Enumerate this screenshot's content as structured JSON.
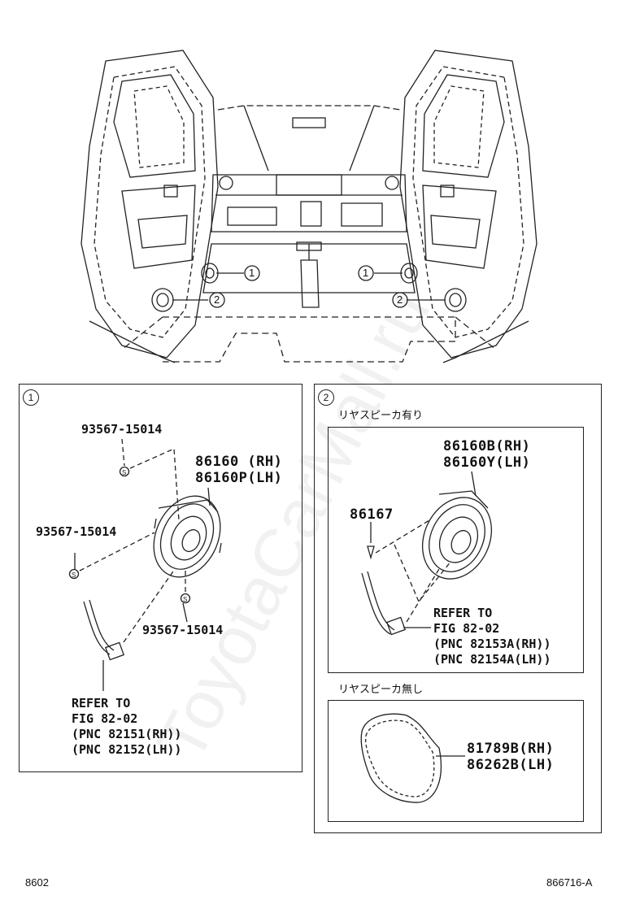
{
  "callouts": {
    "c1": "1",
    "c2": "2"
  },
  "panel1": {
    "index": "1",
    "screw_a": "93567-15014",
    "screw_b": "93567-15014",
    "screw_c": "93567-15014",
    "speaker_rh": "86160 (RH)",
    "speaker_lh": "86160P(LH)",
    "refer_lines": [
      "REFER TO",
      "FIG 82-02",
      "(PNC 82151(RH))",
      "(PNC 82152(LH))"
    ]
  },
  "panel2": {
    "index": "2",
    "with_rear_title": "リヤスピーカ有り",
    "without_rear_title": "リヤスピーカ無し",
    "clip": "86167",
    "speaker_rh": "86160B(RH)",
    "speaker_lh": "86160Y(LH)",
    "refer_lines": [
      "REFER TO",
      "FIG 82-02",
      "(PNC 82153A(RH))",
      "(PNC 82154A(LH))"
    ],
    "cover_rh": "81789B(RH)",
    "cover_lh": "86262B(LH)"
  },
  "footer": {
    "left_code": "8602",
    "right_code": "866716-A"
  },
  "watermark": "ToyotaCarMall.ru"
}
